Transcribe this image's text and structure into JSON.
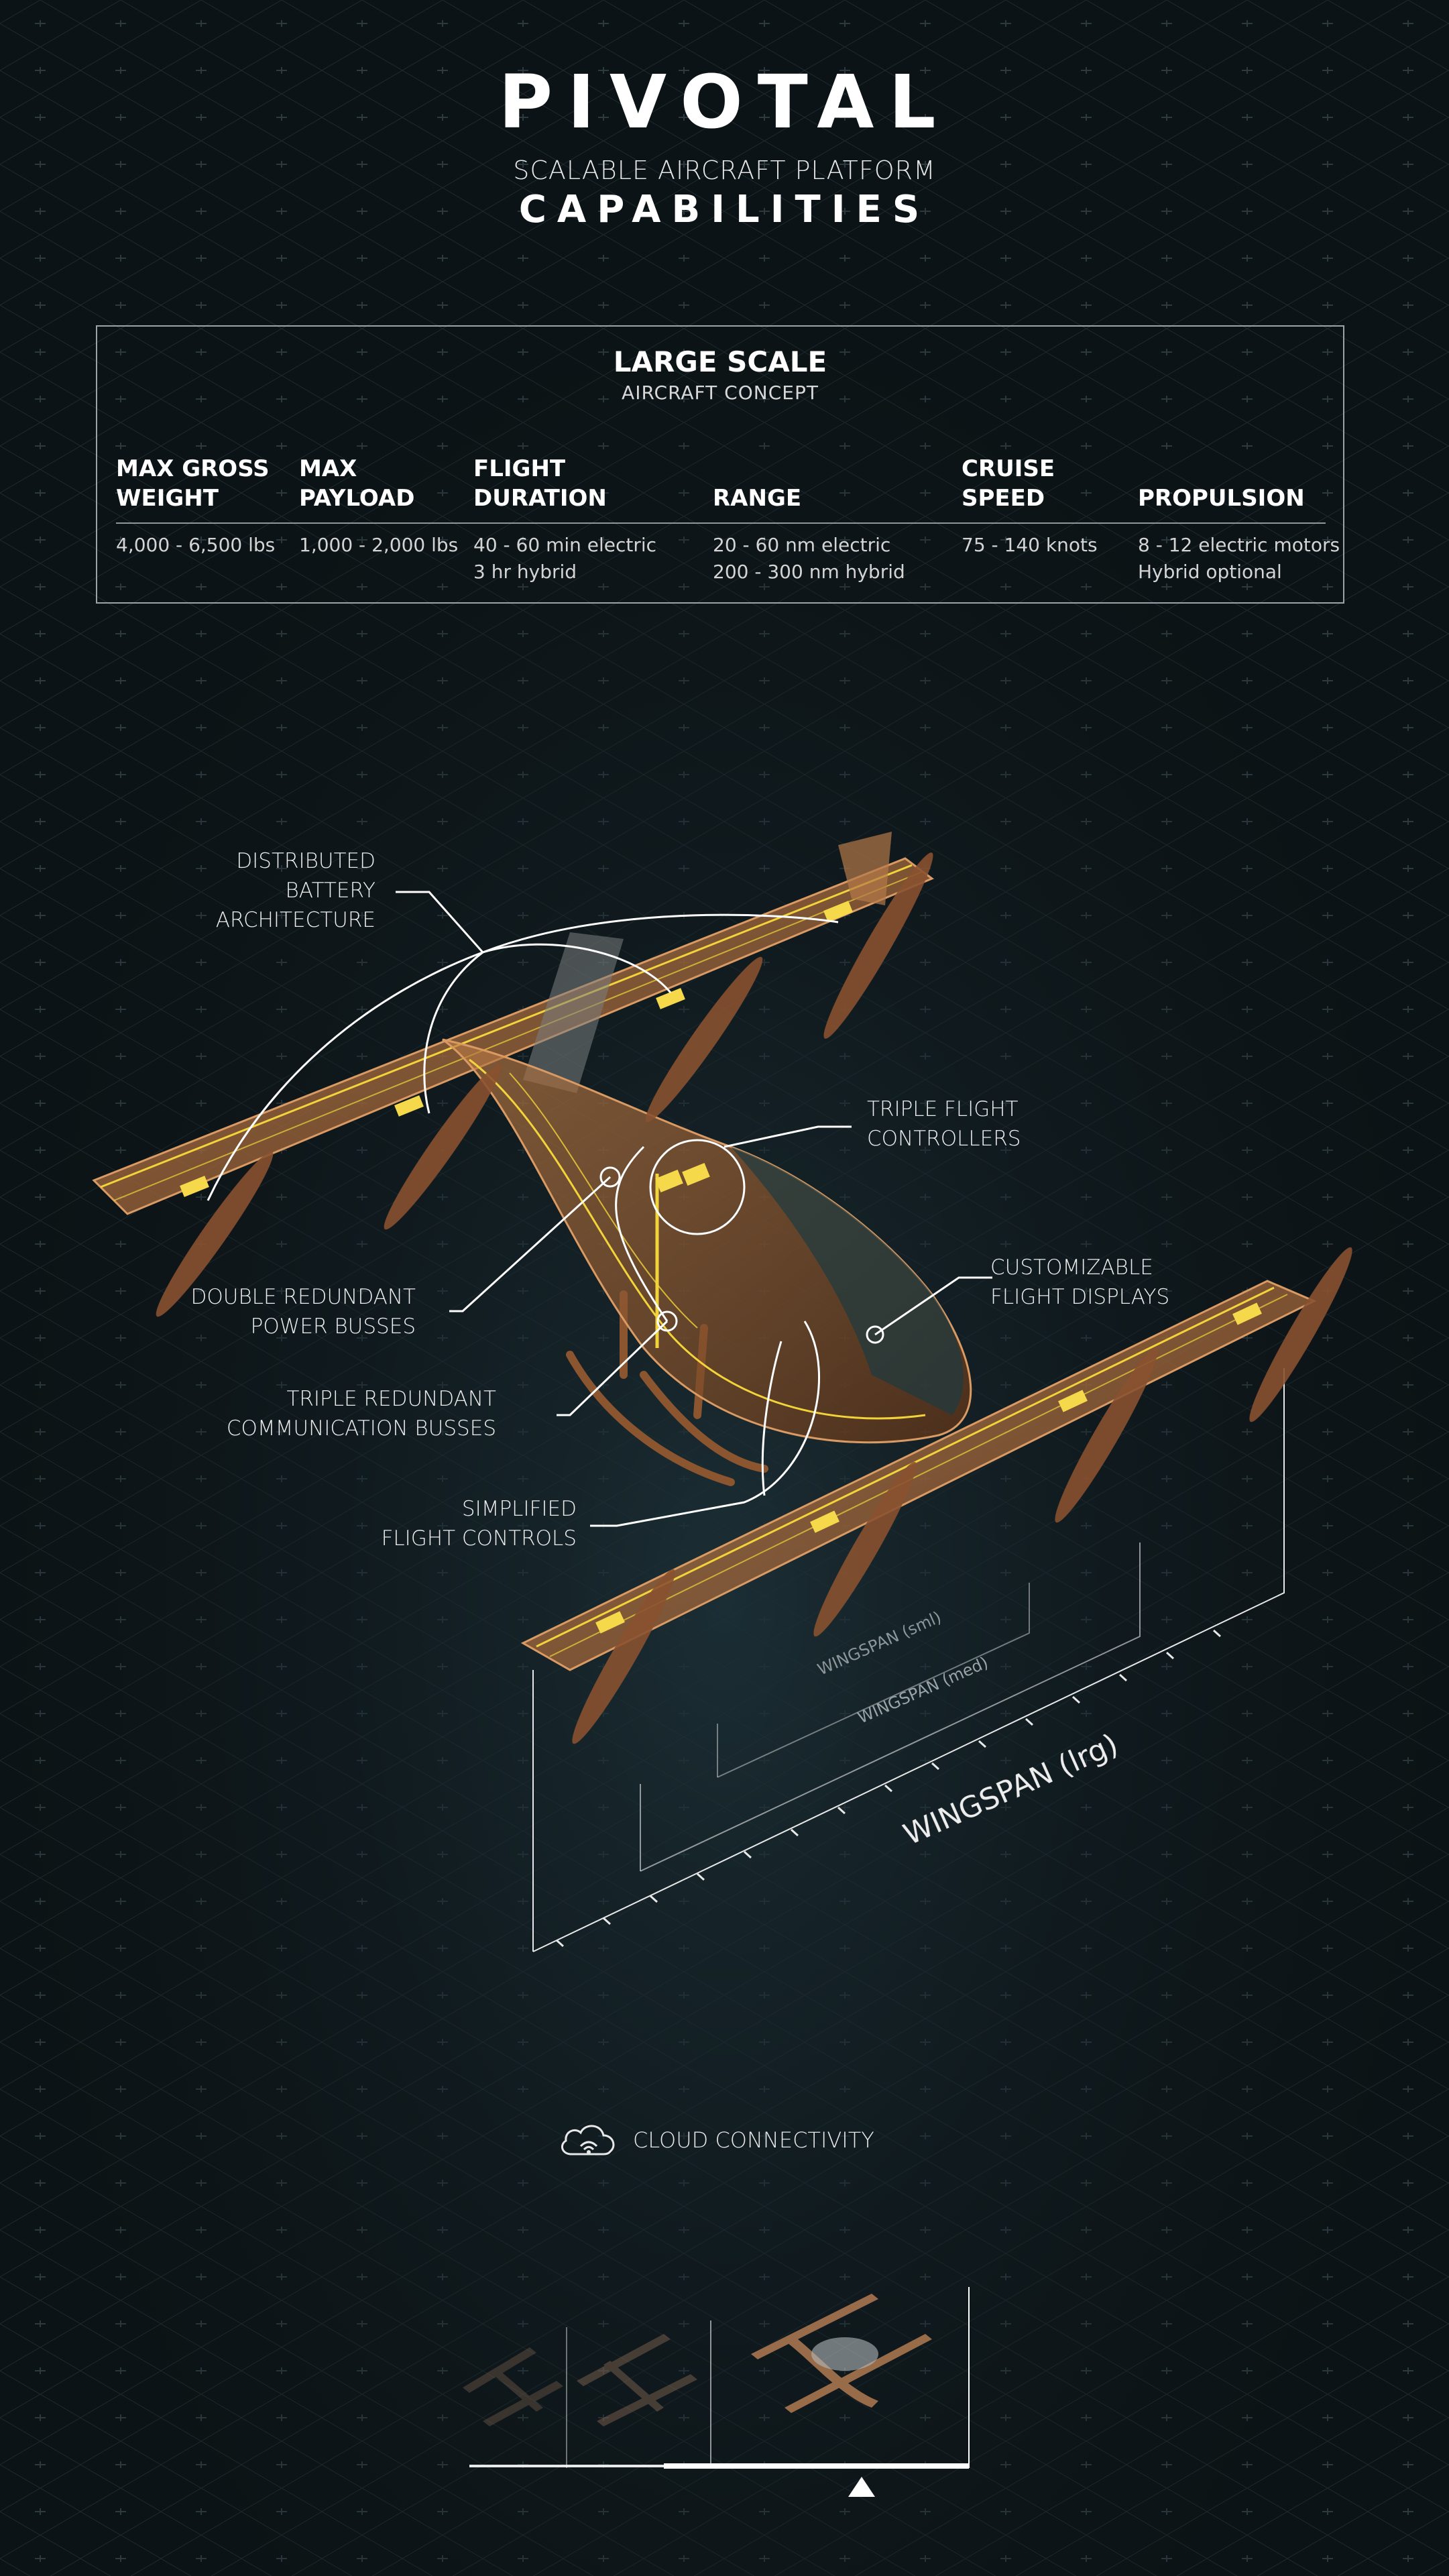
{
  "header": {
    "brand": "PIVOTAL",
    "subtitle": "SCALABLE AIRCRAFT PLATFORM",
    "title": "CAPABILITIES"
  },
  "specs": {
    "title": "LARGE SCALE",
    "subtitle": "AIRCRAFT CONCEPT",
    "columns": [
      {
        "header": "MAX GROSS\nWEIGHT",
        "value": "4,000 - 6,500 lbs"
      },
      {
        "header": "MAX\nPAYLOAD",
        "value": "1,000 - 2,000 lbs"
      },
      {
        "header": "FLIGHT\nDURATION",
        "value": "40 - 60 min electric\n3 hr hybrid"
      },
      {
        "header": "RANGE",
        "value": "20 - 60 nm electric\n200 - 300 nm hybrid"
      },
      {
        "header": "CRUISE\nSPEED",
        "value": "75 - 140 knots"
      },
      {
        "header": "PROPULSION",
        "value": "8 - 12 electric motors\nHybrid optional"
      }
    ]
  },
  "callouts": {
    "battery": "DISTRIBUTED\nBATTERY\nARCHITECTURE",
    "flight_controllers": "TRIPLE FLIGHT\nCONTROLLERS",
    "power_busses": "DOUBLE REDUNDANT\nPOWER BUSSES",
    "displays": "CUSTOMIZABLE\nFLIGHT DISPLAYS",
    "comm_busses": "TRIPLE REDUNDANT\nCOMMUNICATION BUSSES",
    "flight_controls": "SIMPLIFIED\nFLIGHT CONTROLS"
  },
  "wingspan": {
    "small": "WINGSPAN (sml)",
    "medium": "WINGSPAN (med)",
    "large": "WINGSPAN (lrg)"
  },
  "cloud": {
    "label": "CLOUD CONNECTIVITY",
    "icon": "cloud-wifi-icon"
  },
  "colors": {
    "background": "#0c1316",
    "airframe": "#b8743f",
    "wiring": "#f2d43a",
    "line": "#ffffff"
  }
}
